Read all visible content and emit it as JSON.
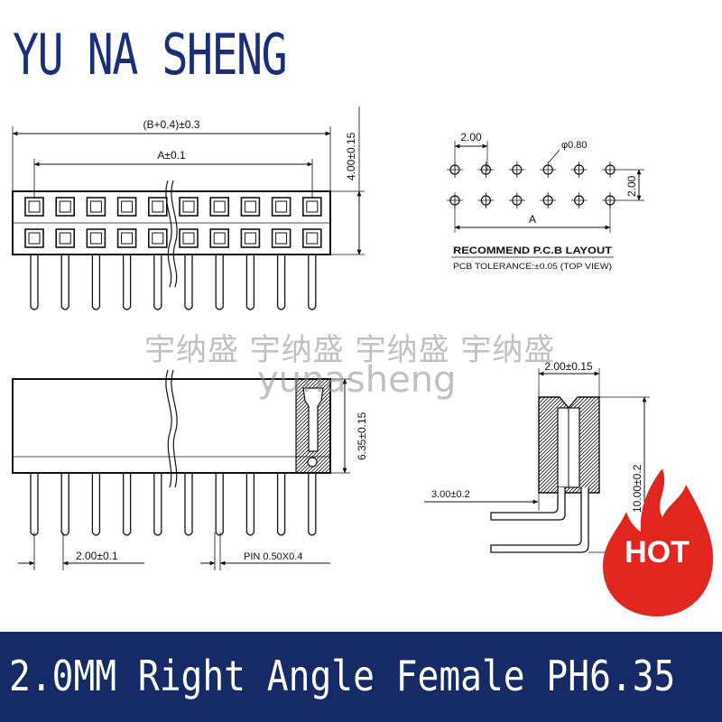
{
  "brand": {
    "name": "YU NA SHENG"
  },
  "watermark": {
    "chinese": "宇纳盛 宇纳盛 宇纳盛 宇纳盛",
    "latin": "yunasheng"
  },
  "top_view": {
    "dim_overall": "(B+0.4)±0.3",
    "dim_a": "A±0.1",
    "dim_height": "4.00±0.15"
  },
  "pcb_layout": {
    "pitch": "2.00",
    "hole": "φ0.80",
    "row_pitch": "2.00",
    "length_label": "A",
    "title": "RECOMMEND P.C.B LAYOUT",
    "tolerance": "PCB TOLERANCE:±0.05 (TOP VIEW)"
  },
  "side_view": {
    "dim_height": "6.35±0.15",
    "pitch": "2.00±0.1",
    "pin_spec": "PIN 0.50X0.4"
  },
  "end_view": {
    "width": "2.00±0.15",
    "height": "10.00±0.2",
    "pin_offset": "3.00±0.2"
  },
  "badge": {
    "label": "HOT",
    "color": "#e0261f"
  },
  "footer": {
    "title": "2.0MM Right Angle Female PH6.35",
    "background": "#152a66"
  }
}
